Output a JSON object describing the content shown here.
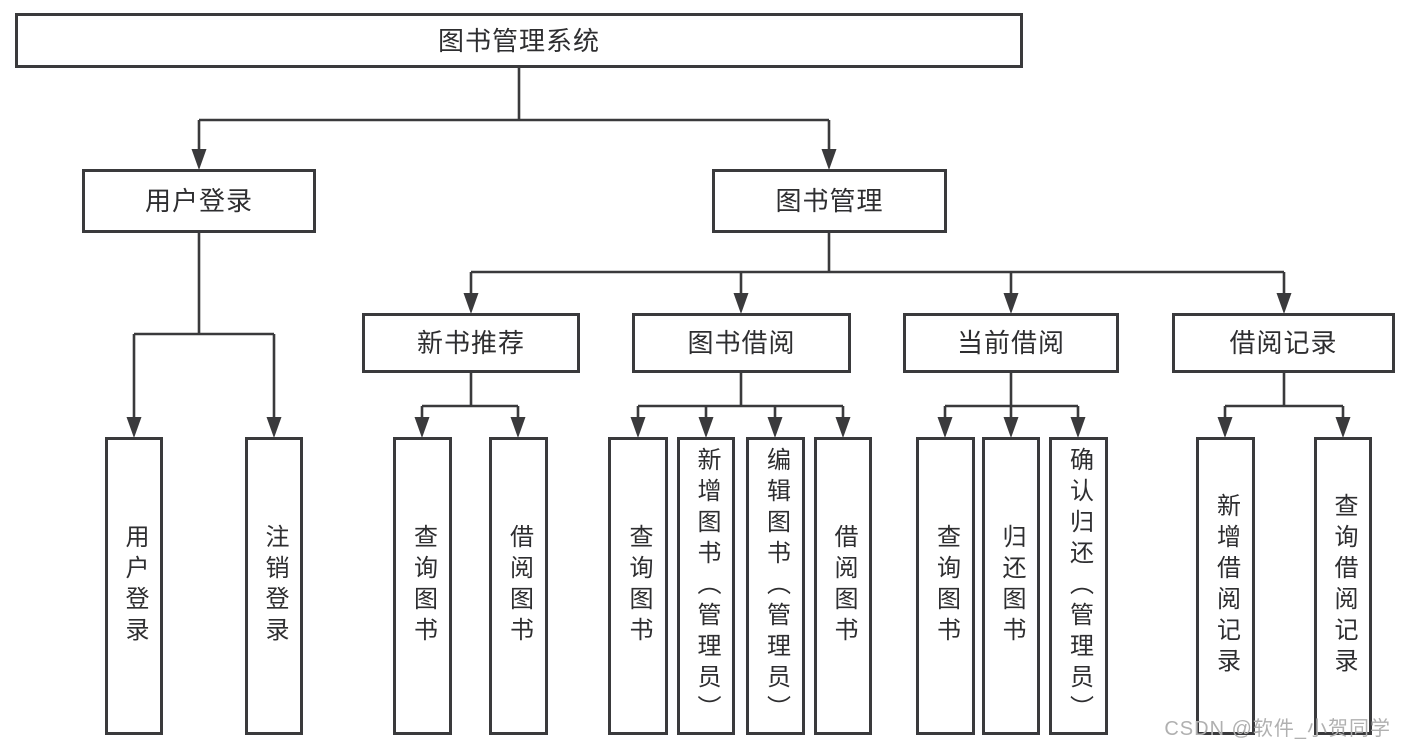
{
  "tree": {
    "root": "图书管理系统",
    "children": [
      {
        "label": "用户登录",
        "children": [
          {
            "label": "用户登录"
          },
          {
            "label": "注销登录"
          }
        ]
      },
      {
        "label": "图书管理",
        "children": [
          {
            "label": "新书推荐",
            "children": [
              {
                "label": "查询图书"
              },
              {
                "label": "借阅图书"
              }
            ]
          },
          {
            "label": "图书借阅",
            "children": [
              {
                "label": "查询图书"
              },
              {
                "label": "新增图书（管理员）"
              },
              {
                "label": "编辑图书（管理员）"
              },
              {
                "label": "借阅图书"
              }
            ]
          },
          {
            "label": "当前借阅",
            "children": [
              {
                "label": "查询图书"
              },
              {
                "label": "归还图书"
              },
              {
                "label": "确认归还（管理员）"
              }
            ]
          },
          {
            "label": "借阅记录",
            "children": [
              {
                "label": "新增借阅记录"
              },
              {
                "label": "查询借阅记录"
              }
            ]
          }
        ]
      }
    ]
  },
  "watermark": "CSDN @软件_小贺同学",
  "colors": {
    "line": "#3a3a3c",
    "text": "#2e2e30",
    "watermark": "#b0b0b0",
    "background": "#ffffff"
  }
}
